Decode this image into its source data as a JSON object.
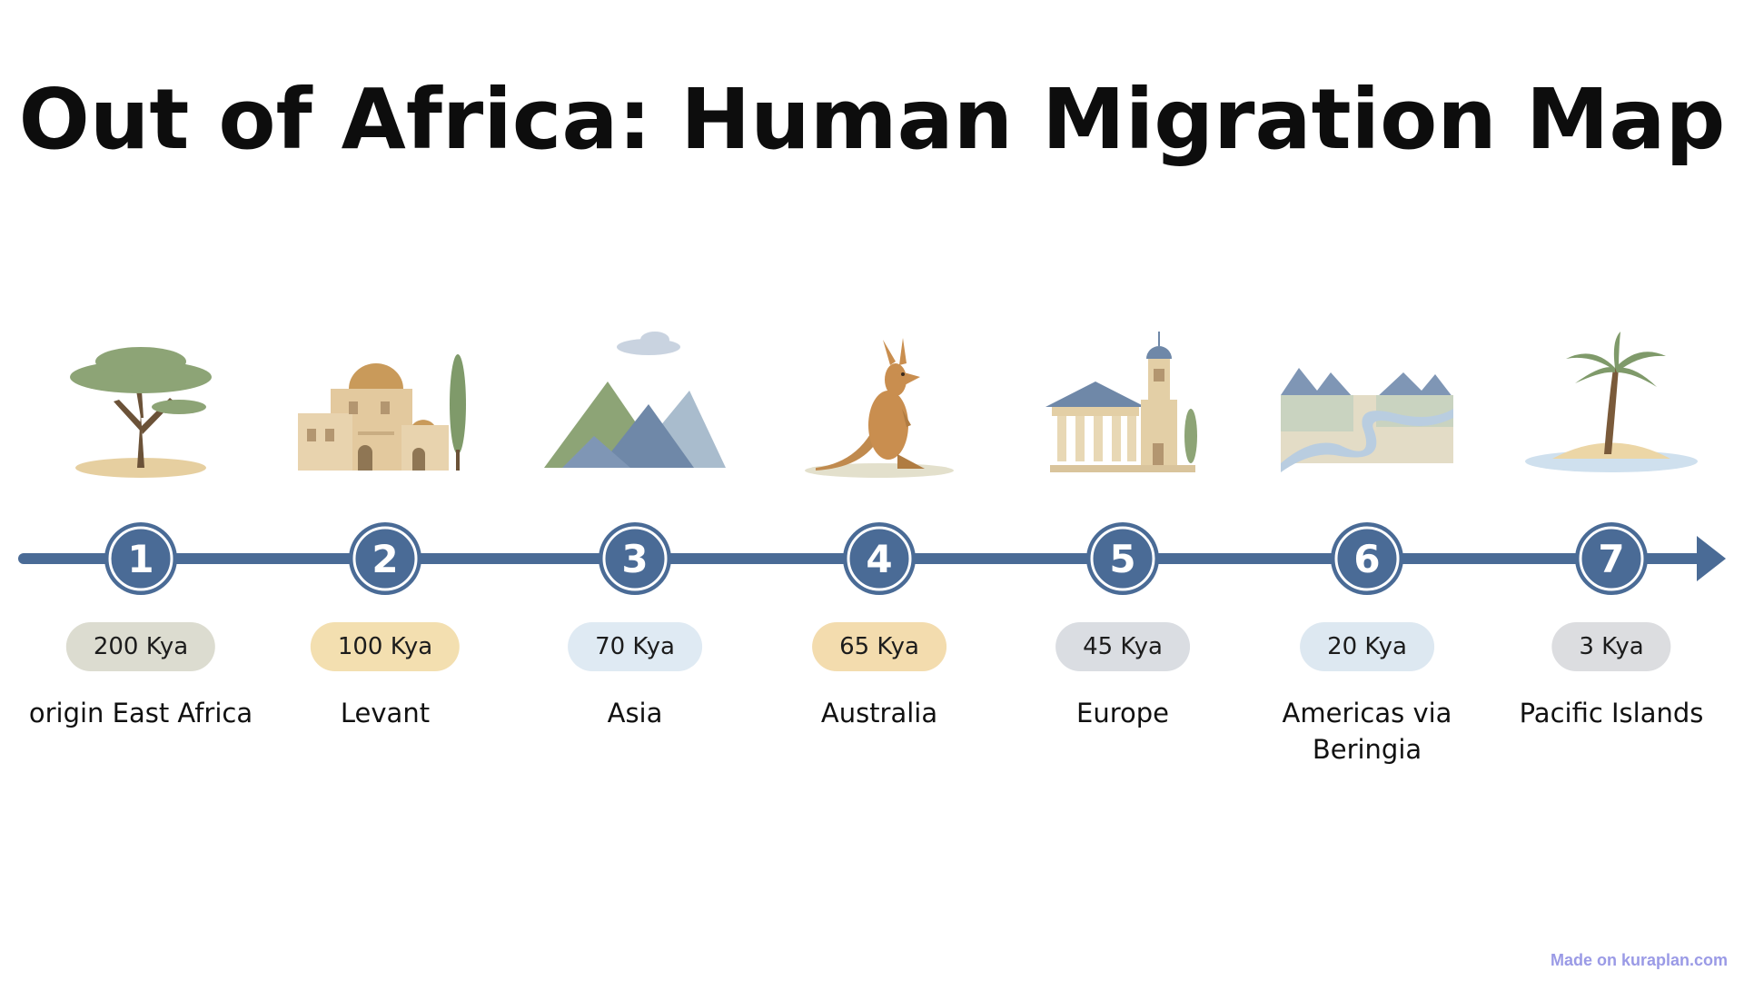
{
  "title": "Out of Africa: Human Migration Map",
  "colors": {
    "line": "#4a6b96",
    "node_fill": "#4a6b96",
    "node_ring": "#ffffff"
  },
  "stops": [
    {
      "number": "1",
      "time": "200 Kya",
      "place": "origin East Africa",
      "pill_color": "#dcdcd0",
      "icon": "acacia-tree-icon"
    },
    {
      "number": "2",
      "time": "100 Kya",
      "place": "Levant",
      "pill_color": "#f3dfb0",
      "icon": "levant-village-icon"
    },
    {
      "number": "3",
      "time": "70 Kya",
      "place": "Asia",
      "pill_color": "#dfeaf3",
      "icon": "mountains-icon"
    },
    {
      "number": "4",
      "time": "65 Kya",
      "place": "Australia",
      "pill_color": "#f3dcae",
      "icon": "kangaroo-icon"
    },
    {
      "number": "5",
      "time": "45 Kya",
      "place": "Europe",
      "pill_color": "#dadde2",
      "icon": "classical-building-icon"
    },
    {
      "number": "6",
      "time": "20 Kya",
      "place": "Americas via Beringia",
      "pill_color": "#dde8f1",
      "icon": "beringia-landscape-icon"
    },
    {
      "number": "7",
      "time": "3 Kya",
      "place": "Pacific Islands",
      "pill_color": "#dcdde0",
      "icon": "palm-island-icon"
    }
  ],
  "watermark": "Made on kuraplan.com"
}
